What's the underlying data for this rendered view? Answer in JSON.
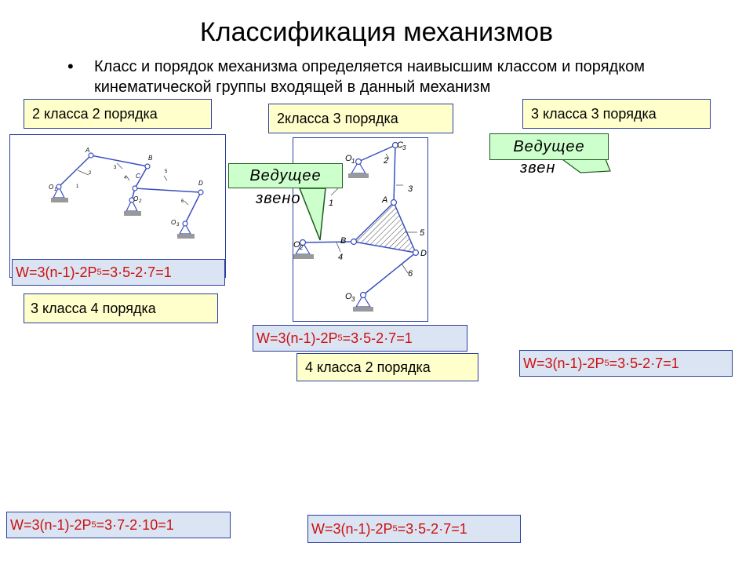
{
  "slide": {
    "title": "Классификация механизмов",
    "bullet": "Класс и порядок механизма определяется наивысшим классом и порядком кинематической группы входящей в данный механизм"
  },
  "labels": {
    "class2_order2": "2 класса 2 порядка",
    "class2_order3": "2класса 3 порядка",
    "class3_order3": "3 класса 3 порядка",
    "class3_order4": "3 класса 4 порядка",
    "class4_order2": "4 класса 2 порядка"
  },
  "callouts": {
    "line1": "Ведущее",
    "line2": "звено",
    "right_line2_partial": "звен"
  },
  "formulas": {
    "f1": {
      "pre": "W=3(n-1)-2P",
      "sub": "5",
      "post": "=3·5-2·7=1"
    },
    "f2": {
      "pre": "W=3(n-1)-2P",
      "sub": "5",
      "post": "=3·5-2·7=1"
    },
    "f3": {
      "pre": "W=3(n-1)-2P",
      "sub": "5",
      "post": "=3·5-2·7=1"
    },
    "f4": {
      "pre": "W=3(n-1)-2P",
      "sub": "5",
      "post": "=3·7-2·10=1"
    },
    "f5": {
      "pre": "W=3(n-1)-2P",
      "sub": "5",
      "post": "=3·5-2·7=1"
    }
  },
  "diagram1": {
    "points": {
      "A": "A",
      "B": "B",
      "C": "C",
      "D": "D",
      "O1": "O",
      "O1sub": "1",
      "O2": "O",
      "O2sub": "2",
      "O3": "O",
      "O3sub": "3"
    },
    "links": [
      "1",
      "2",
      "3",
      "4",
      "5",
      "6"
    ]
  },
  "diagram2": {
    "points": {
      "A": "A",
      "B": "B",
      "C": "C",
      "Csub": "3",
      "D": "D",
      "O1": "O",
      "O1sub": "1",
      "O2": "O",
      "O2sub": "2",
      "O3": "O",
      "O3sub": "3"
    },
    "links": [
      "1",
      "2",
      "3",
      "4",
      "5",
      "6"
    ]
  },
  "colors": {
    "link": "#3a4fc0",
    "frame": "#2b3f9e",
    "formula_text": "#cc1111",
    "label_bg": "#ffffcc",
    "formula_bg": "#dbe4f2",
    "callout_bg": "#ccffcc"
  }
}
